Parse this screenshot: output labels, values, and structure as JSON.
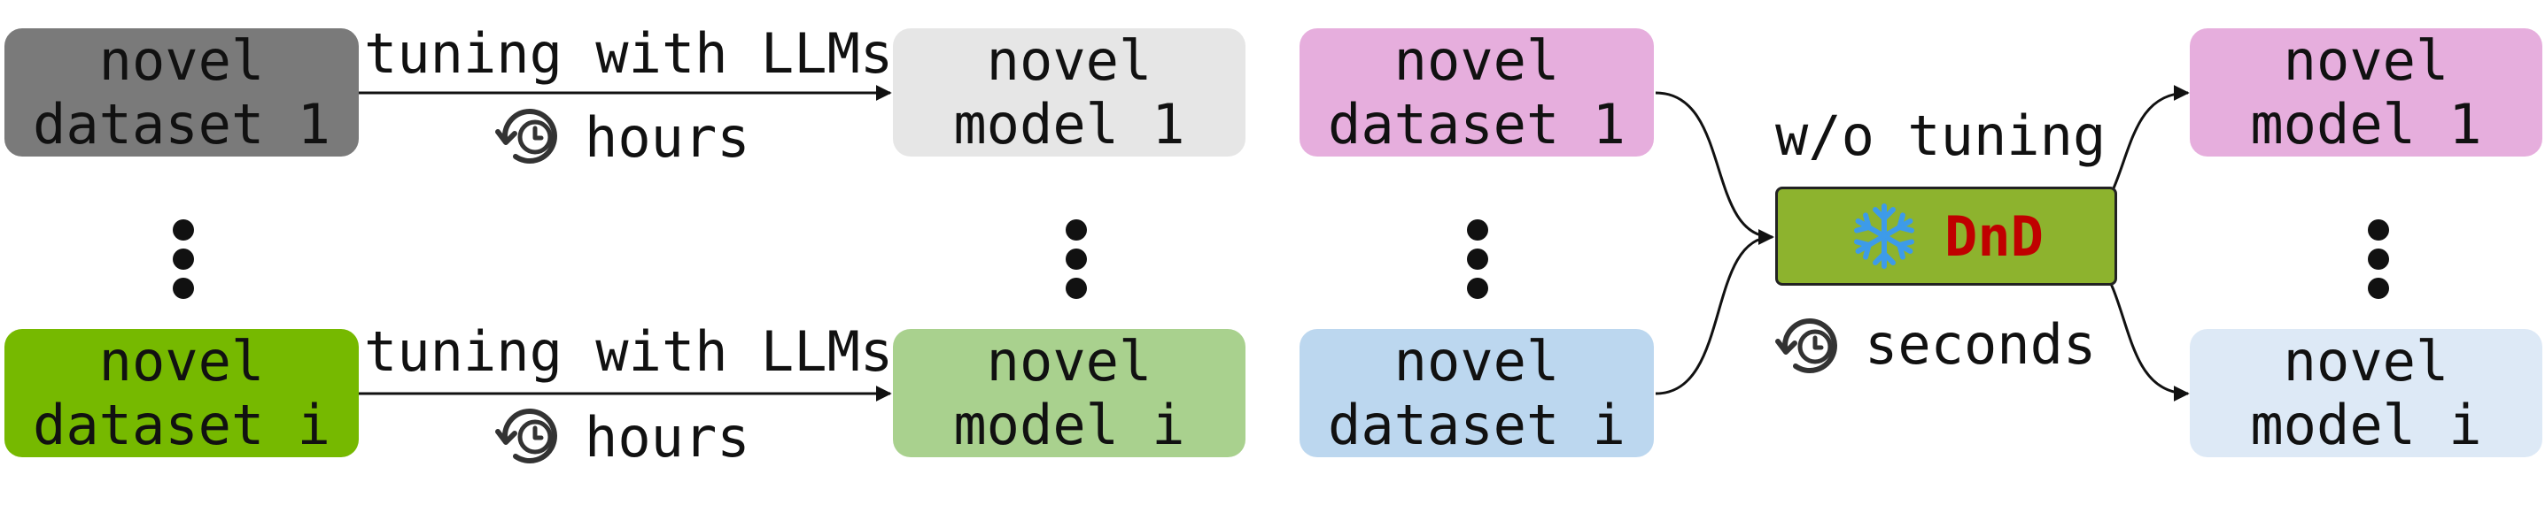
{
  "colors": {
    "dataset1_left": "#7a7a7a",
    "model1_left": "#e6e6e6",
    "dataseti_left": "#76b900",
    "modeli_left": "#a9d18e",
    "dataset1_right": "#e6aedd",
    "dataseti_right": "#bcd7ef",
    "model1_right": "#e6aedd",
    "modeli_right": "#dde9f6",
    "dnd_fill": "#8db32e",
    "dnd_text": "#c00000",
    "snowflake": "#3d9be9",
    "arrow": "#111111"
  },
  "left": {
    "dataset_1": [
      "novel",
      "dataset 1"
    ],
    "dataset_i": [
      "novel",
      "dataset i"
    ],
    "model_1": [
      "novel",
      "model 1"
    ],
    "model_i": [
      "novel",
      "model i"
    ],
    "edge_label_top": "tuning with LLMs",
    "edge_label_bottom": "tuning with LLMs",
    "time_top": "hours",
    "time_bottom": "hours"
  },
  "right": {
    "dataset_1": [
      "novel",
      "dataset 1"
    ],
    "dataset_i": [
      "novel",
      "dataset i"
    ],
    "model_1": [
      "novel",
      "model 1"
    ],
    "model_i": [
      "novel",
      "model i"
    ],
    "center_label": "w/o tuning",
    "center_box": "DnD",
    "time": "seconds"
  },
  "icons": {
    "clock": "clock-cycle-icon",
    "snowflake": "snowflake-icon",
    "ellipsis": "vertical-ellipsis-icon"
  }
}
